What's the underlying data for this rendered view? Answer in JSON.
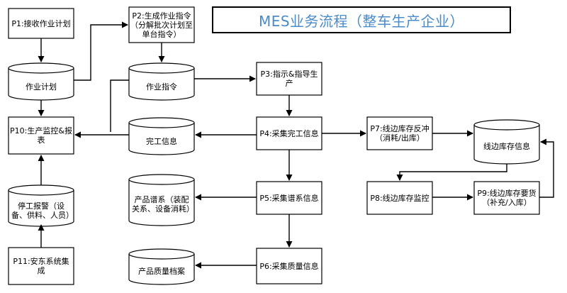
{
  "title": "MES业务流程（整车生产企业）",
  "processes": {
    "p1": "P1:接收作业计划",
    "p2": "P2:生成作业指令（分解批次计划至单台指令）",
    "p3": "P3:指示&指导生产",
    "p4": "P4:采集完工信息",
    "p5": "P5:采集谱系信息",
    "p6": "P6:采集质量信息",
    "p7": "P7:线边库存反冲（消耗/出库）",
    "p8": "P8:线边库存监控",
    "p9": "P9:线边库存要货（补充/入库）",
    "p10": "P10:生产监控&报表",
    "p11": "P11:安东系统集成"
  },
  "stores": {
    "plan": "作业计划",
    "order": "作业指令",
    "complete": "完工信息",
    "genealogy": "产品谱系（装配关系、设备消耗）",
    "quality": "产品质量档案",
    "andon": "停工报警（设备、供料、人员）",
    "linestock": "线边库存信息"
  }
}
